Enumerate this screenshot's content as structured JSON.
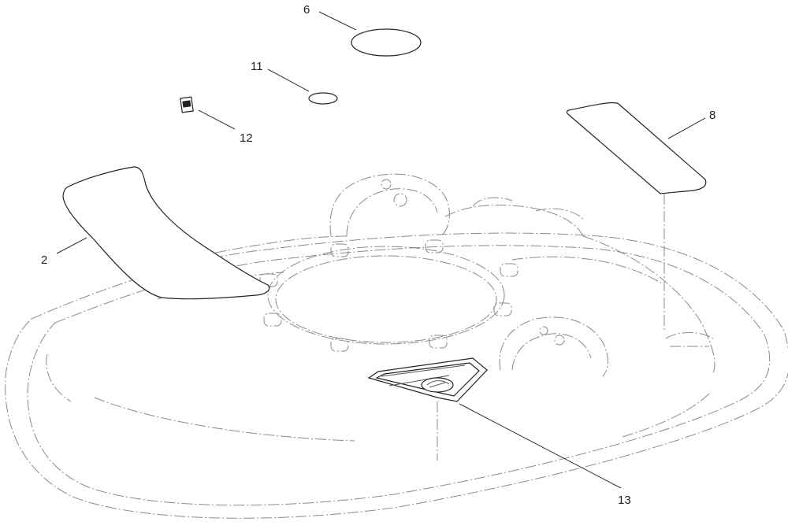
{
  "diagram": {
    "type": "exploded parts diagram",
    "callouts": {
      "c2": "2",
      "c6": "6",
      "c8": "8",
      "c11": "11",
      "c12": "12",
      "c13": "13"
    }
  }
}
